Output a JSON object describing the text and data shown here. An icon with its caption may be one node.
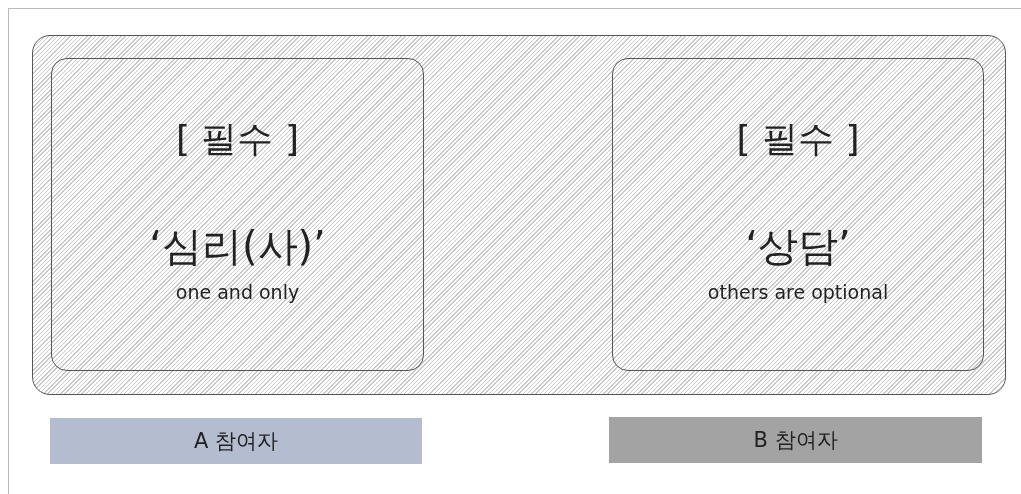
{
  "diagram": {
    "nodes": [
      {
        "text": [],
        "shape": "box"
      },
      {
        "text": [
          "[ 필수 ]",
          "‘심리(사)’",
          "one and only"
        ],
        "in": 0
      },
      {
        "text": [
          "[ 필수 ]",
          "‘상담’",
          "others are optional"
        ],
        "in": 0
      },
      {
        "text": [
          "A 참여자"
        ]
      },
      {
        "text": [
          "B 참여자"
        ]
      }
    ]
  }
}
